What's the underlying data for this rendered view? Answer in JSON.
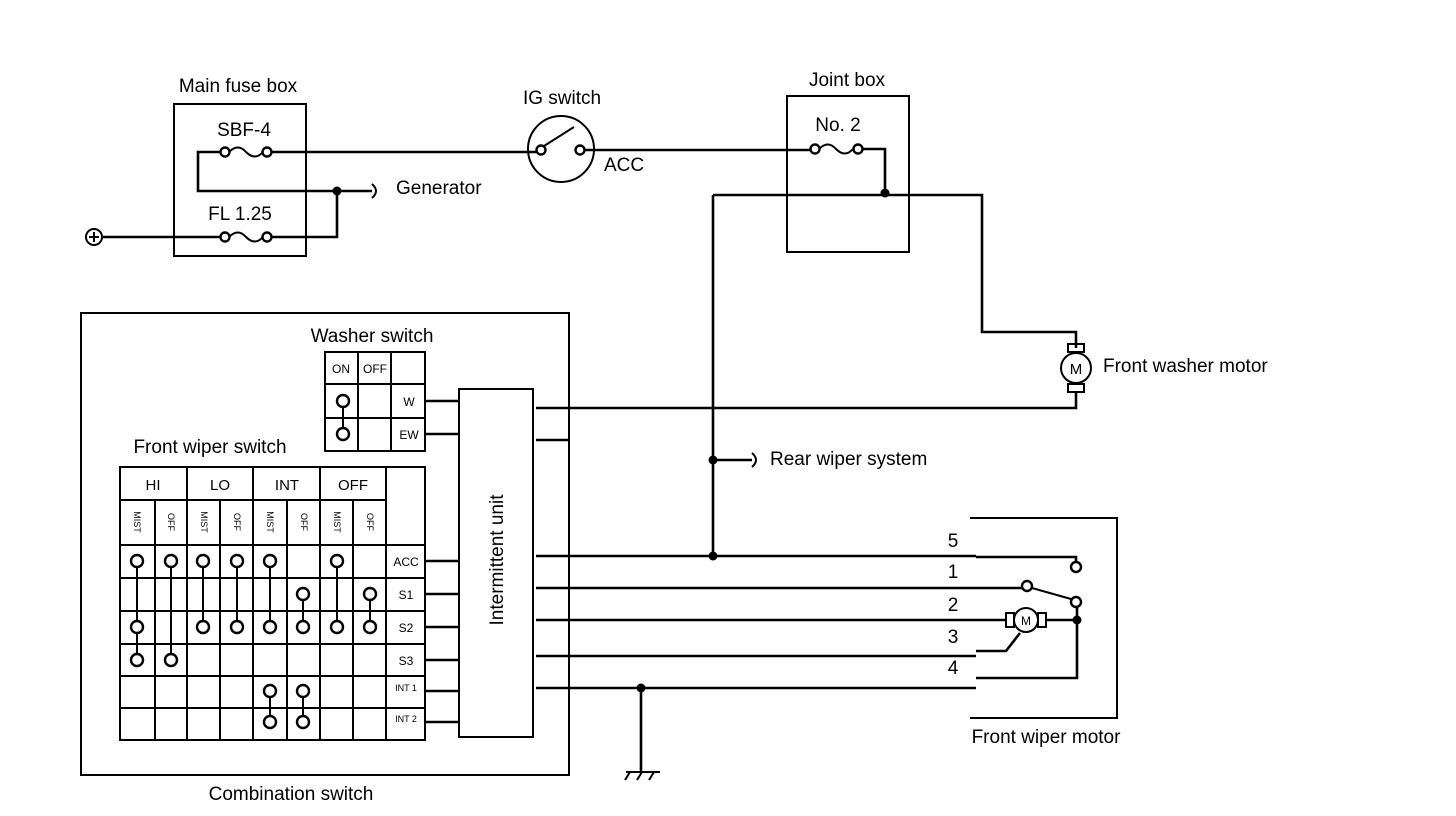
{
  "labels": {
    "main_fuse_box": "Main fuse box",
    "sbf": "SBF-4",
    "fl": "FL 1.25",
    "generator": "Generator",
    "ig_switch": "IG switch",
    "acc": "ACC",
    "joint_box": "Joint box",
    "no2": "No. 2",
    "front_washer_motor": "Front washer motor",
    "washer_switch": "Washer switch",
    "front_wiper_switch": "Front wiper switch",
    "intermittent_unit": "Intermittent unit",
    "rear_wiper_system": "Rear wiper system",
    "front_wiper_motor": "Front wiper motor",
    "combination_switch": "Combination switch",
    "motor_symbol": "M"
  },
  "washer_switch_table": {
    "headers": [
      "ON",
      "OFF"
    ],
    "terminals": [
      "W",
      "EW"
    ]
  },
  "wiper_switch_table": {
    "modes": [
      "HI",
      "LO",
      "INT",
      "OFF"
    ],
    "sub_headers": [
      "MIST",
      "OFF",
      "MIST",
      "OFF",
      "MIST",
      "OFF",
      "MIST",
      "OFF"
    ],
    "terminals": [
      "ACC",
      "S1",
      "S2",
      "S3",
      "INT 1",
      "INT 2"
    ]
  },
  "motor_terminals": [
    "5",
    "1",
    "2",
    "3",
    "4"
  ]
}
